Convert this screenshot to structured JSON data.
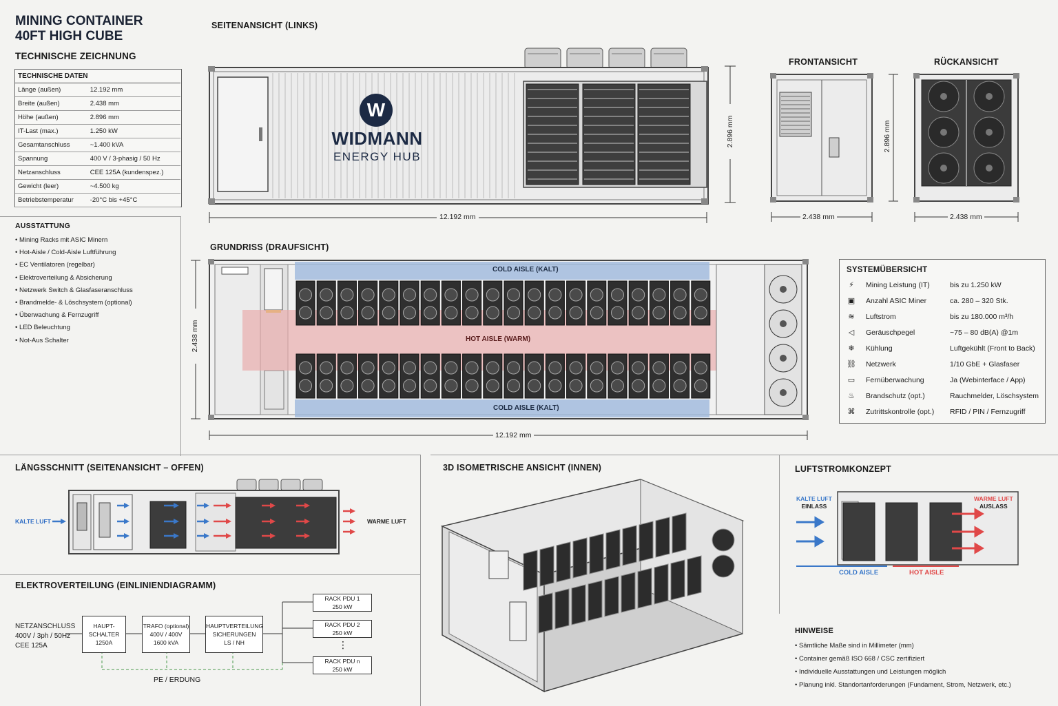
{
  "header": {
    "title_line1": "MINING CONTAINER",
    "title_line2": "40FT HIGH CUBE",
    "subtitle": "TECHNISCHE ZEICHNUNG"
  },
  "specs": {
    "heading": "TECHNISCHE DATEN",
    "rows": [
      {
        "label": "Länge (außen)",
        "value": "12.192 mm"
      },
      {
        "label": "Breite (außen)",
        "value": "2.438 mm"
      },
      {
        "label": "Höhe (außen)",
        "value": "2.896 mm"
      },
      {
        "label": "IT-Last (max.)",
        "value": "1.250 kW"
      },
      {
        "label": "Gesamtanschluss",
        "value": "~1.400 kVA"
      },
      {
        "label": "Spannung",
        "value": "400 V / 3-phasig / 50 Hz"
      },
      {
        "label": "Netzanschluss",
        "value": "CEE 125A (kundenspez.)"
      },
      {
        "label": "Gewicht (leer)",
        "value": "~4.500 kg"
      },
      {
        "label": "Betriebstemperatur",
        "value": "-20°C bis +45°C"
      }
    ]
  },
  "equipment": {
    "heading": "AUSSTATTUNG",
    "items": [
      "Mining Racks mit ASIC Minern",
      "Hot-Aisle / Cold-Aisle Luftführung",
      "EC Ventilatoren (regelbar)",
      "Elektroverteilung & Absicherung",
      "Netzwerk Switch & Glasfaseranschluss",
      "Brandmelde- & Löschsystem (optional)",
      "Überwachung & Fernzugriff",
      "LED Beleuchtung",
      "Not-Aus Schalter"
    ]
  },
  "side_view": {
    "title": "SEITENANSICHT (LINKS)",
    "brand_letter": "W",
    "brand_name": "WIDMANN",
    "brand_sub": "ENERGY HUB",
    "dim_length": "12.192 mm",
    "dim_height": "2.896 mm"
  },
  "front_view": {
    "title": "FRONTANSICHT",
    "dim_width": "2.438 mm",
    "dim_height": "2.896 mm"
  },
  "rear_view": {
    "title": "RÜCKANSICHT",
    "dim_width": "2.438 mm"
  },
  "floor_plan": {
    "title": "GRUNDRISS (DRAUFSICHT)",
    "cold_top": "COLD AISLE (KALT)",
    "hot": "HOT AISLE (WARM)",
    "cold_bottom": "COLD AISLE (KALT)",
    "dim_width": "2.438 mm",
    "dim_length": "12.192 mm"
  },
  "system": {
    "heading": "SYSTEMÜBERSICHT",
    "rows": [
      {
        "icon": "bolt-icon",
        "glyph": "⚡",
        "label": "Mining Leistung (IT)",
        "value": "bis zu 1.250 kW"
      },
      {
        "icon": "chip-icon",
        "glyph": "▣",
        "label": "Anzahl ASIC Miner",
        "value": "ca. 280 – 320 Stk."
      },
      {
        "icon": "wind-icon",
        "glyph": "≋",
        "label": "Luftstrom",
        "value": "bis zu 180.000 m³/h"
      },
      {
        "icon": "speaker-icon",
        "glyph": "◁",
        "label": "Geräuschpegel",
        "value": "~75 – 80 dB(A) @1m"
      },
      {
        "icon": "thermometer-icon",
        "glyph": "❄",
        "label": "Kühlung",
        "value": "Luftgekühlt (Front to Back)"
      },
      {
        "icon": "network-icon",
        "glyph": "⛓",
        "label": "Netzwerk",
        "value": "1/10 GbE + Glasfaser"
      },
      {
        "icon": "monitor-icon",
        "glyph": "▭",
        "label": "Fernüberwachung",
        "value": "Ja (Webinterface / App)"
      },
      {
        "icon": "flame-icon",
        "glyph": "♨",
        "label": "Brandschutz (opt.)",
        "value": "Rauchmelder, Löschsystem"
      },
      {
        "icon": "key-icon",
        "glyph": "⌘",
        "label": "Zutrittskontrolle (opt.)",
        "value": "RFID / PIN / Fernzugriff"
      }
    ]
  },
  "section": {
    "title": "LÄNGSSCHNITT (SEITENANSICHT – OFFEN)",
    "cold_label": "KALTE LUFT",
    "warm_label": "WARME LUFT"
  },
  "iso": {
    "title": "3D ISOMETRISCHE ANSICHT (INNEN)"
  },
  "airflow": {
    "title": "LUFTSTROMKONZEPT",
    "in_line1": "KALTE LUFT",
    "in_line2": "EINLASS",
    "out_line1": "WARME LUFT",
    "out_line2": "AUSLASS",
    "cold_aisle": "COLD AISLE",
    "hot_aisle": "HOT AISLE"
  },
  "electrical": {
    "title": "ELEKTROVERTEILUNG (EINLINIENDIAGRAMM)",
    "source_line1": "NETZANSCHLUSS",
    "source_line2": "400V / 3ph / 50Hz",
    "source_line3": "CEE 125A",
    "main_switch": [
      "HAUPT-",
      "SCHALTER",
      "1250A"
    ],
    "trafo": [
      "TRAFO (optional)",
      "400V / 400V",
      "1600 kVA"
    ],
    "distribution": [
      "HAUPTVERTEILUNG",
      "SICHERUNGEN",
      "LS / NH"
    ],
    "pdu1": [
      "RACK PDU 1",
      "250 kW"
    ],
    "pdu2": [
      "RACK PDU 2",
      "250 kW"
    ],
    "pdun": [
      "RACK PDU n",
      "250 kW"
    ],
    "ellipsis": "⋮",
    "ground": "PE / ERDUNG"
  },
  "notes": {
    "heading": "HINWEISE",
    "items": [
      "Sämtliche Maße sind in Millimeter (mm)",
      "Container gemäß ISO 668 / CSC zertifiziert",
      "Individuelle Ausstattungen und Leistungen möglich",
      "Planung inkl. Standortanforderungen (Fundament, Strom, Netzwerk, etc.)"
    ]
  },
  "colors": {
    "cold": "#9fb9dd",
    "hot": "#e9a9a9",
    "brand": "#1c2a44",
    "blue_arrow": "#3a78c9",
    "red_arrow": "#e04848"
  }
}
